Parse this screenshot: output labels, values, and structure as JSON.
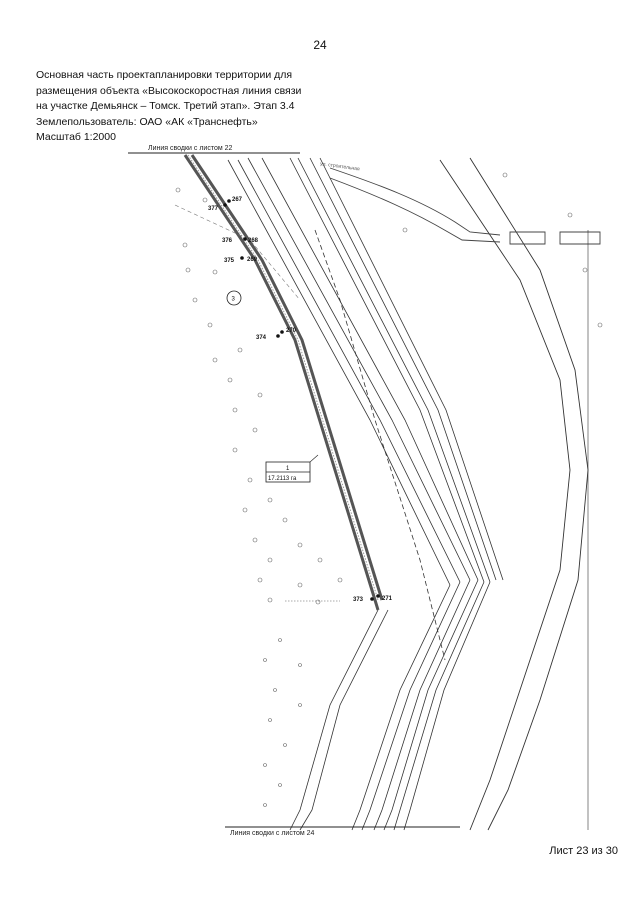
{
  "page": {
    "number": "24",
    "sheet_label": "Лист 23 из 30"
  },
  "header": {
    "lines": [
      "Основная часть проектапланировки территории для",
      "размещения объекта «Высокоскоростная линия связи",
      "на участке Демьянск – Томск. Третий этап». Этап 3.4",
      "Землепользователь: ОАО «АК «Транснефть»",
      "Масштаб 1:2000"
    ]
  },
  "map": {
    "top_match_line": "Линия сводки с листом 22",
    "bottom_match_line": "Линия сводки с листом 24",
    "points": [
      {
        "id": "267",
        "label": "267"
      },
      {
        "id": "377",
        "label": "377"
      },
      {
        "id": "376",
        "label": "376"
      },
      {
        "id": "268",
        "label": "268"
      },
      {
        "id": "375",
        "label": "375"
      },
      {
        "id": "269",
        "label": "269"
      },
      {
        "id": "374",
        "label": "374"
      },
      {
        "id": "270",
        "label": "270"
      },
      {
        "id": "373",
        "label": "373"
      },
      {
        "id": "271",
        "label": "271"
      }
    ],
    "parcel": {
      "number": "1",
      "area": "17.2113 га"
    },
    "marker": "3"
  }
}
